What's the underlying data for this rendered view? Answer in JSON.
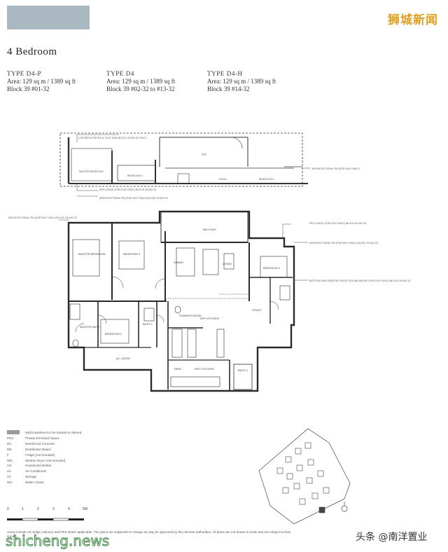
{
  "header": {
    "watermark_top_right": "狮城新闻",
    "title": "4 Bedroom"
  },
  "unit_types": [
    {
      "type": "TYPE D4-P",
      "area": "Area: 129 sq m / 1389 sq ft",
      "block": "Block 39 #01-32"
    },
    {
      "type": "TYPE D4",
      "area": "Area: 129 sq m / 1389 sq ft",
      "block": "Block 39 #02-32 to #13-32"
    },
    {
      "type": "TYPE D4-H",
      "area": "Area: 129 sq m / 1389 sq ft",
      "block": "Block 39 #14-32"
    }
  ],
  "plan": {
    "rooms": {
      "pes": "PES",
      "master_bedroom_upper": "MASTER BEDROOM",
      "bedroom_2_upper": "BEDROOM 2",
      "balcony": "BALCONY",
      "living": "LIVING",
      "dining": "DINING",
      "master_bedroom": "MASTER BEDROOM",
      "bedroom_3": "BEDROOM 3",
      "bedroom_4": "BEDROOM 4",
      "master_bath": "MASTER BATH",
      "bedroom_2": "BEDROOM 2",
      "bath_2": "BATH 2",
      "powder_room": "POWDER ROOM",
      "dry_kitchen": "DRY KITCHEN",
      "study": "STUDY",
      "yard": "YARD",
      "wet_kitchen": "WET KITCHEN",
      "ac_ledge": "AC LEDGE",
      "bath_3": "BATH 3"
    },
    "annotations": {
      "top_left": "LOUVRES (FOR D4-H, D4-P, AND BLOCK 39 #02-32 ONLY)",
      "right_top": "ARCHITECTURAL FIN (FOR D4-H ONLY)",
      "left_mid_a": "PES LEDGE (FOR D4-P ONLY) BLOCK 39 #02-32",
      "left_mid_b": "ARCHITECTURAL FIN (FOR D4-P ONLY) BLOCK 39 #02-32",
      "left_main": "ARCHITECTURAL FIN (FOR D4-P ONLY) BLOCK 39 #02-32",
      "right_main_a": "PES LEDGE (FOR D4-P ONLY) BLOCK 39 #02-32",
      "right_main_b": "ARCHITECTURAL FIN (FOR D4-P ONLY) BLOCK 39 #02-32",
      "right_main_c": "BOTTOM LINE DENOTES FALSE CEILING ABOVE (FOR D4-P ONLY) BLOCK 39 #02-32"
    }
  },
  "legend": {
    "wall_note": "Wall installment to be hacked or altered",
    "items": [
      {
        "k": "PES",
        "v": "Private Enclosed Space"
      },
      {
        "k": "RC",
        "v": "Reinforced Concrete"
      },
      {
        "k": "DB",
        "v": "Distribution Board"
      },
      {
        "k": "F",
        "v": "Fridge (not included)"
      },
      {
        "k": "WD",
        "v": "Washer Dryer (not included)"
      },
      {
        "k": "HS",
        "v": "Household Shelter"
      },
      {
        "k": "AC",
        "v": "Air-Conditioner"
      },
      {
        "k": "ST",
        "v": "Storage"
      },
      {
        "k": "WC",
        "v": "Water Closet"
      }
    ]
  },
  "scale": {
    "labels": [
      "0",
      "1",
      "2",
      "3",
      "4",
      "5M"
    ]
  },
  "footnote": "Areas include AC ledge, balcony and PES where applicable. The plans are subjected to change as may be approved by the relevant authorities. All plans are not drawn to scale and are subject to final survey.",
  "watermark_bottom_left": "shicheng.news",
  "watermark_bottom_right": "头条 @南洋置业"
}
